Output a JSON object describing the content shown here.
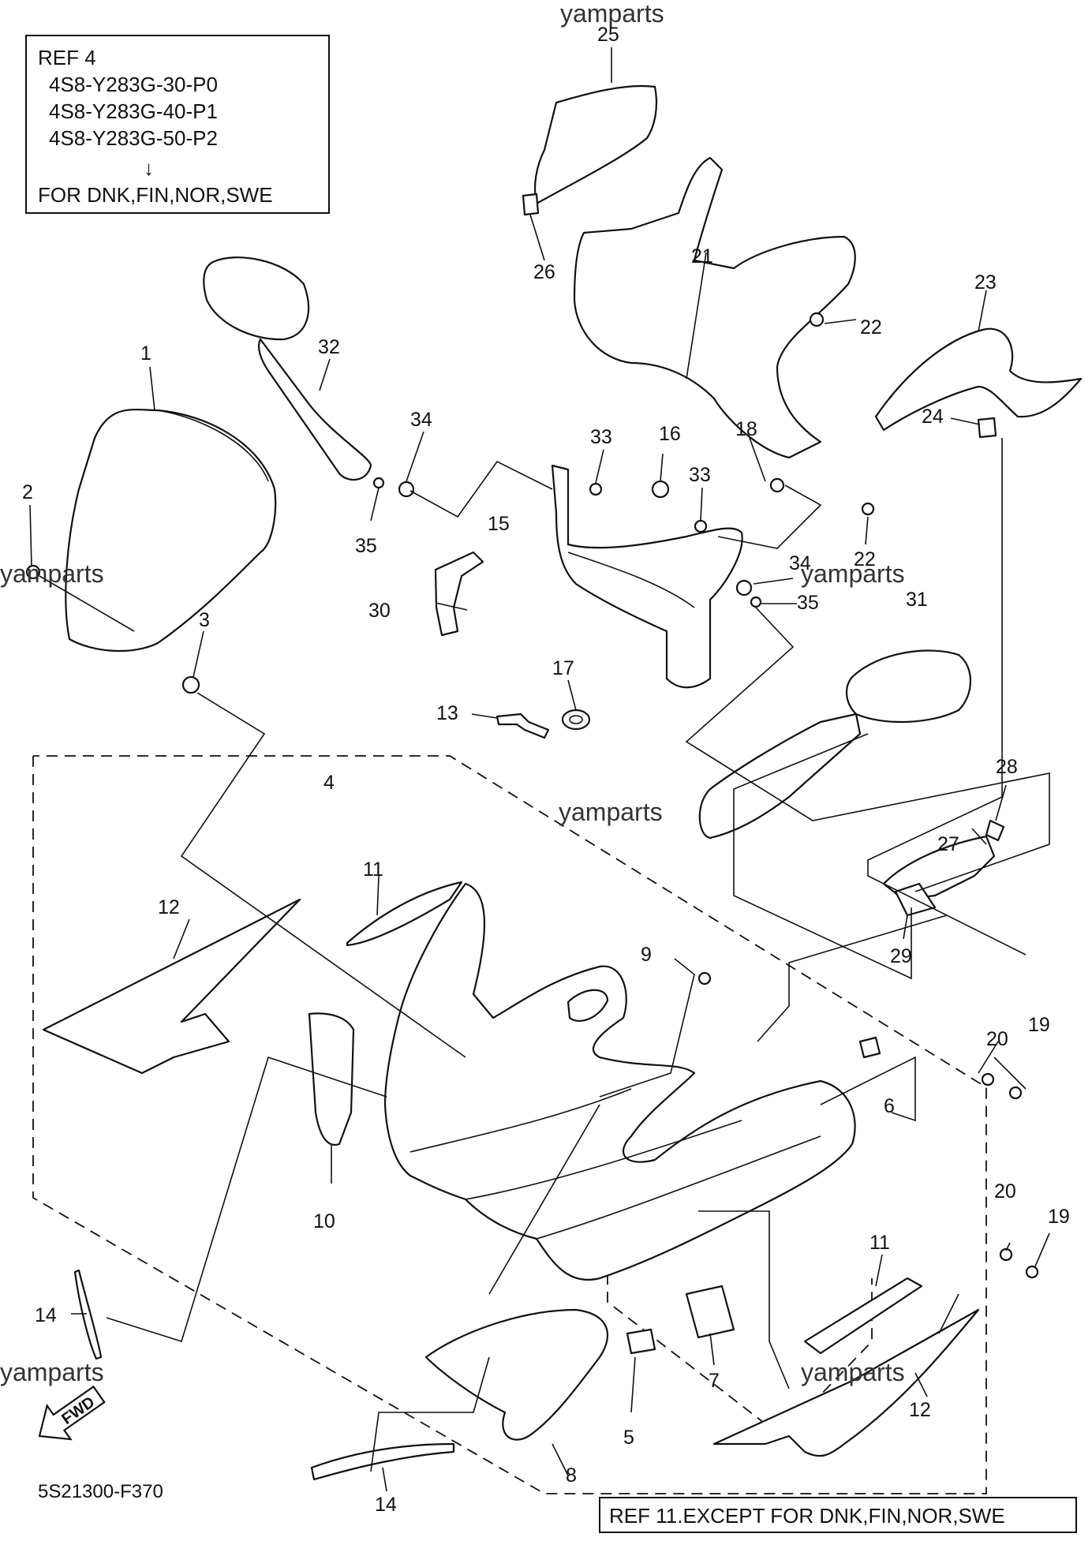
{
  "ref_box_top": {
    "title": "REF 4",
    "lines": [
      "4S8-Y283G-30-P0",
      "4S8-Y283G-40-P1",
      "4S8-Y283G-50-P2"
    ],
    "arrow": "↓",
    "note": "FOR DNK,FIN,NOR,SWE"
  },
  "ref_box_bottom": {
    "note": "REF 11.EXCEPT FOR DNK,FIN,NOR,SWE"
  },
  "diagram_code": "5S21300-F370",
  "fwd_label": "FWD",
  "watermark": "yamparts",
  "callouts": {
    "c1": "1",
    "c2": "2",
    "c3": "3",
    "c4": "4",
    "c5": "5",
    "c6": "6",
    "c7": "7",
    "c8": "8",
    "c9": "9",
    "c10": "10",
    "c11a": "11",
    "c11b": "11",
    "c12a": "12",
    "c12b": "12",
    "c13": "13",
    "c14a": "14",
    "c14b": "14",
    "c15": "15",
    "c16": "16",
    "c17": "17",
    "c18": "18",
    "c19a": "19",
    "c19b": "19",
    "c20a": "20",
    "c20b": "20",
    "c21": "21",
    "c22a": "22",
    "c22b": "22",
    "c23": "23",
    "c24": "24",
    "c25": "25",
    "c26": "26",
    "c27": "27",
    "c28": "28",
    "c29": "29",
    "c30": "30",
    "c31": "31",
    "c32": "32",
    "c33a": "33",
    "c33b": "33",
    "c34a": "34",
    "c34b": "34",
    "c35a": "35",
    "c35b": "35"
  }
}
